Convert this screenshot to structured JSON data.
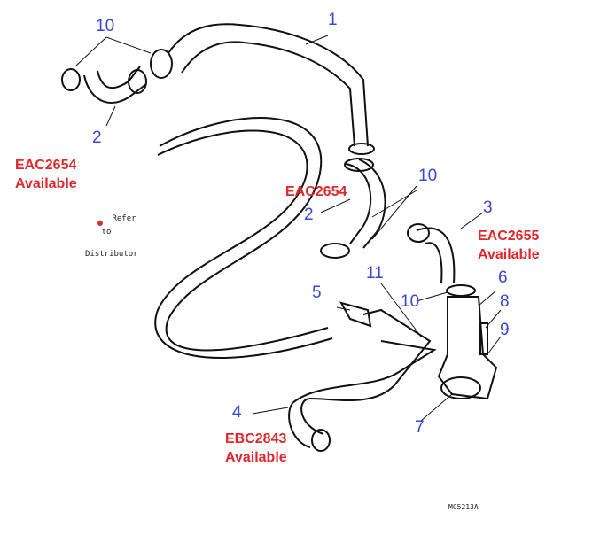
{
  "callouts": [
    "1",
    "2",
    "2",
    "3",
    "4",
    "5",
    "6",
    "7",
    "8",
    "9",
    "10",
    "10",
    "10",
    "11"
  ],
  "availability": [
    {
      "part": "EAC2654",
      "status": "Available"
    },
    {
      "part": "EAC2654"
    },
    {
      "part": "EAC2655",
      "status": "Available"
    },
    {
      "part": "EBC2843",
      "status": "Available"
    }
  ],
  "note": {
    "line1": "Refer",
    "line2": "to",
    "line3": "Distributor"
  },
  "figure_code": "MC5213A",
  "colors": {
    "callout": "#3a46d8",
    "availability": "#e0282c"
  }
}
